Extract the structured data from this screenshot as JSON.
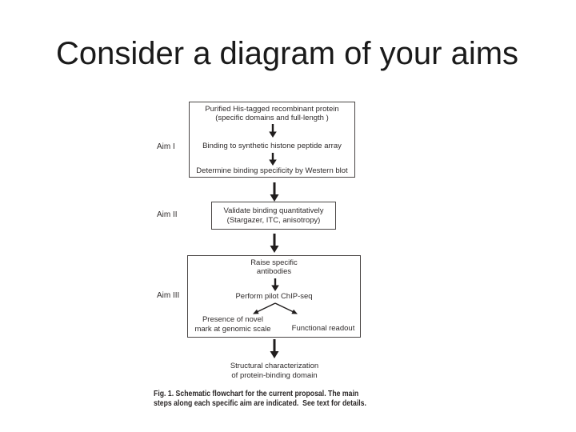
{
  "slide": {
    "title": "Consider a diagram of your aims"
  },
  "flowchart": {
    "aim1": {
      "label": "Aim I",
      "step1_line1": "Purified His-tagged recombinant protein",
      "step1_line2": "(specific domains and full-length )",
      "step2": "Binding to synthetic histone peptide array",
      "step3": "Determine binding specificity by Western blot"
    },
    "aim2": {
      "label": "Aim II",
      "line1": "Validate binding quantitatively",
      "line2": "(Stargazer, ITC, anisotropy)"
    },
    "aim3": {
      "label": "Aim III",
      "step1_line1": "Raise specific",
      "step1_line2": "antibodies",
      "step2": "Perform pilot ChIP-seq",
      "outcome_left_line1": "Presence of novel",
      "outcome_left_line2": "mark at genomic scale",
      "outcome_right": "Functional readout"
    },
    "final_line1": "Structural characterization",
    "final_line2": "of protein-binding domain",
    "caption_line1": "Fig. 1. Schematic flowchart for the current proposal. The main",
    "caption_line2": "steps along each specific aim are indicated.  See text for details."
  },
  "colors": {
    "background": "#ffffff",
    "text": "#2f2b2b",
    "box_border": "#4a4645",
    "arrow": "#201d1d"
  }
}
